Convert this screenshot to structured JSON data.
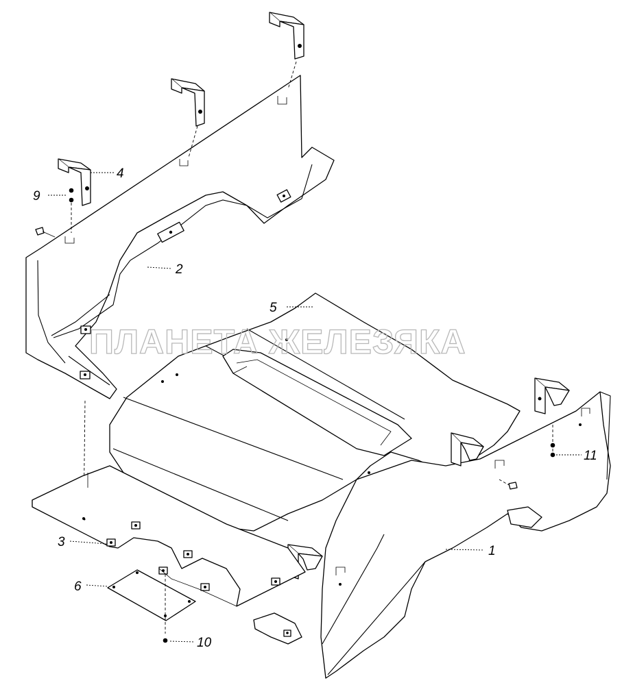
{
  "watermark": "ПЛАНЕТА ЖЕЛЕЗЯКА",
  "callouts": {
    "c1": "1",
    "c2": "2",
    "c3": "3",
    "c4": "4",
    "c5": "5",
    "c6": "6",
    "c9": "9",
    "c10": "10",
    "c11": "11"
  }
}
